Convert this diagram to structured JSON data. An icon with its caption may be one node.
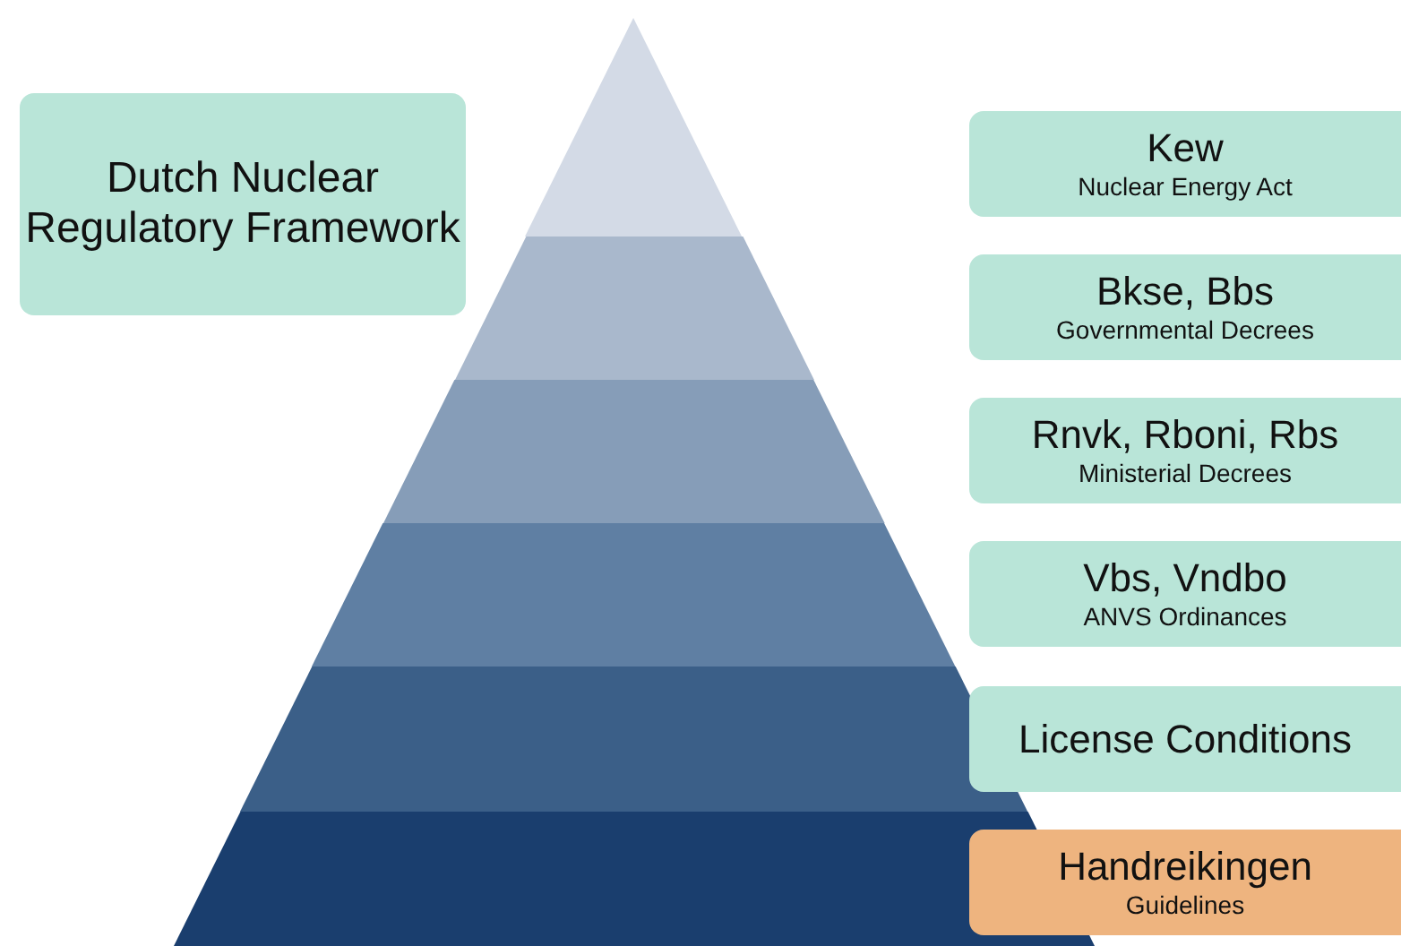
{
  "diagram": {
    "nodes": [
      {
        "text": [
          "Dutch Nuclear Regulatory Framework"
        ]
      },
      {
        "text": [
          "Kew",
          "Nuclear Energy Act"
        ]
      },
      {
        "text": [
          "Bkse, Bbs",
          "Governmental Decrees"
        ]
      },
      {
        "text": [
          "Rnvk, Rboni, Rbs",
          "Ministerial Decrees"
        ]
      },
      {
        "text": [
          "Vbs, Vndbo",
          "ANVS Ordinances"
        ]
      },
      {
        "text": [
          "License Conditions"
        ]
      },
      {
        "text": [
          "Handreikingen",
          "Guidelines"
        ]
      },
      {
        "text": [],
        "shape": "triangle"
      },
      {
        "text": [],
        "shape": "trapezoid"
      },
      {
        "text": [],
        "shape": "trapezoid"
      },
      {
        "text": [],
        "shape": "trapezoid"
      },
      {
        "text": [],
        "shape": "trapezoid"
      },
      {
        "text": [],
        "shape": "trapezoid"
      }
    ]
  }
}
